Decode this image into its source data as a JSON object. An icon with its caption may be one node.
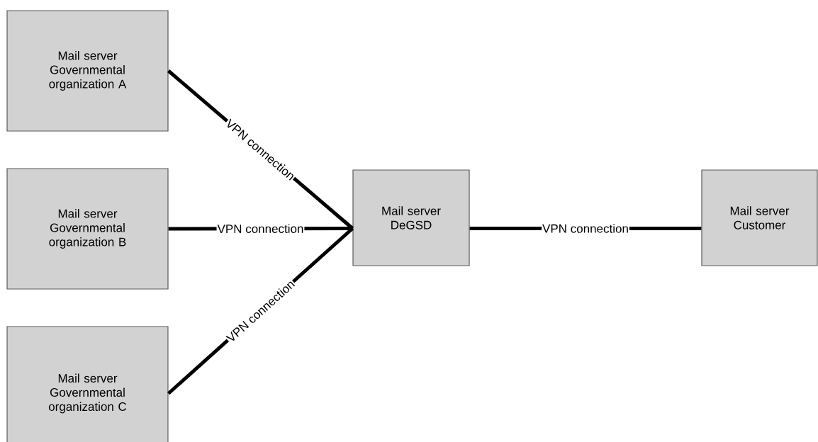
{
  "diagram": {
    "nodes": [
      {
        "text": [
          "Mail server Governmental organization A"
        ]
      },
      {
        "text": [
          "Mail server Governmental organization B"
        ]
      },
      {
        "text": [
          "Mail server Governmental organization C"
        ]
      },
      {
        "text": [
          "Mail server DeGSD"
        ]
      },
      {
        "text": [
          "Mail server Customer"
        ]
      }
    ],
    "edges": [
      {
        "from": 0,
        "to": 3,
        "arrow": "none",
        "label": "VPN connection"
      },
      {
        "from": 1,
        "to": 3,
        "arrow": "none",
        "label": "VPN connection"
      },
      {
        "from": 2,
        "to": 3,
        "arrow": "none",
        "label": "VPN connection"
      },
      {
        "from": 3,
        "to": 4,
        "arrow": "none",
        "label": "VPN connection"
      }
    ]
  }
}
